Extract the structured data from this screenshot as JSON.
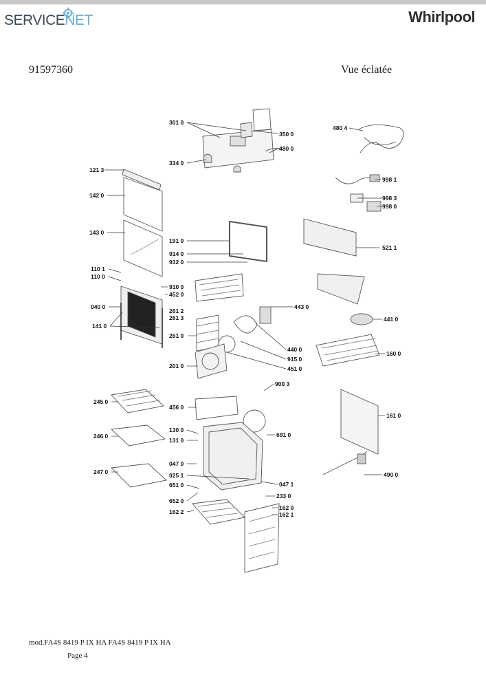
{
  "header": {
    "logo_left_a": "SERVICE",
    "logo_left_b": "NET",
    "logo_right": "Whirlpool"
  },
  "document": {
    "number": "91597360",
    "view_title": "Vue éclatée"
  },
  "parts": [
    "301 0",
    "350 0",
    "480 0",
    "334 0",
    "480 4",
    "998 1",
    "998 3",
    "998 0",
    "121 3",
    "142 0",
    "143 0",
    "191 0",
    "914 0",
    "932 0",
    "521 1",
    "110 1",
    "110 0",
    "910 0",
    "452 0",
    "040 0",
    "141 0",
    "261 2",
    "261 3",
    "443 0",
    "441 0",
    "261 0",
    "440 0",
    "915 0",
    "451 0",
    "160 0",
    "201 0",
    "900 3",
    "245 0",
    "456 0",
    "161 0",
    "246 0",
    "130 0",
    "131 0",
    "691 0",
    "047 0",
    "025 1",
    "490 0",
    "247 0",
    "651 0",
    "047 1",
    "233 0",
    "652 0",
    "162 2",
    "162 0",
    "162 1"
  ],
  "footer": {
    "model": "mod.FA4S 8419 P IX HA FA4S 8419 P IX HA",
    "page": "Page 4"
  }
}
